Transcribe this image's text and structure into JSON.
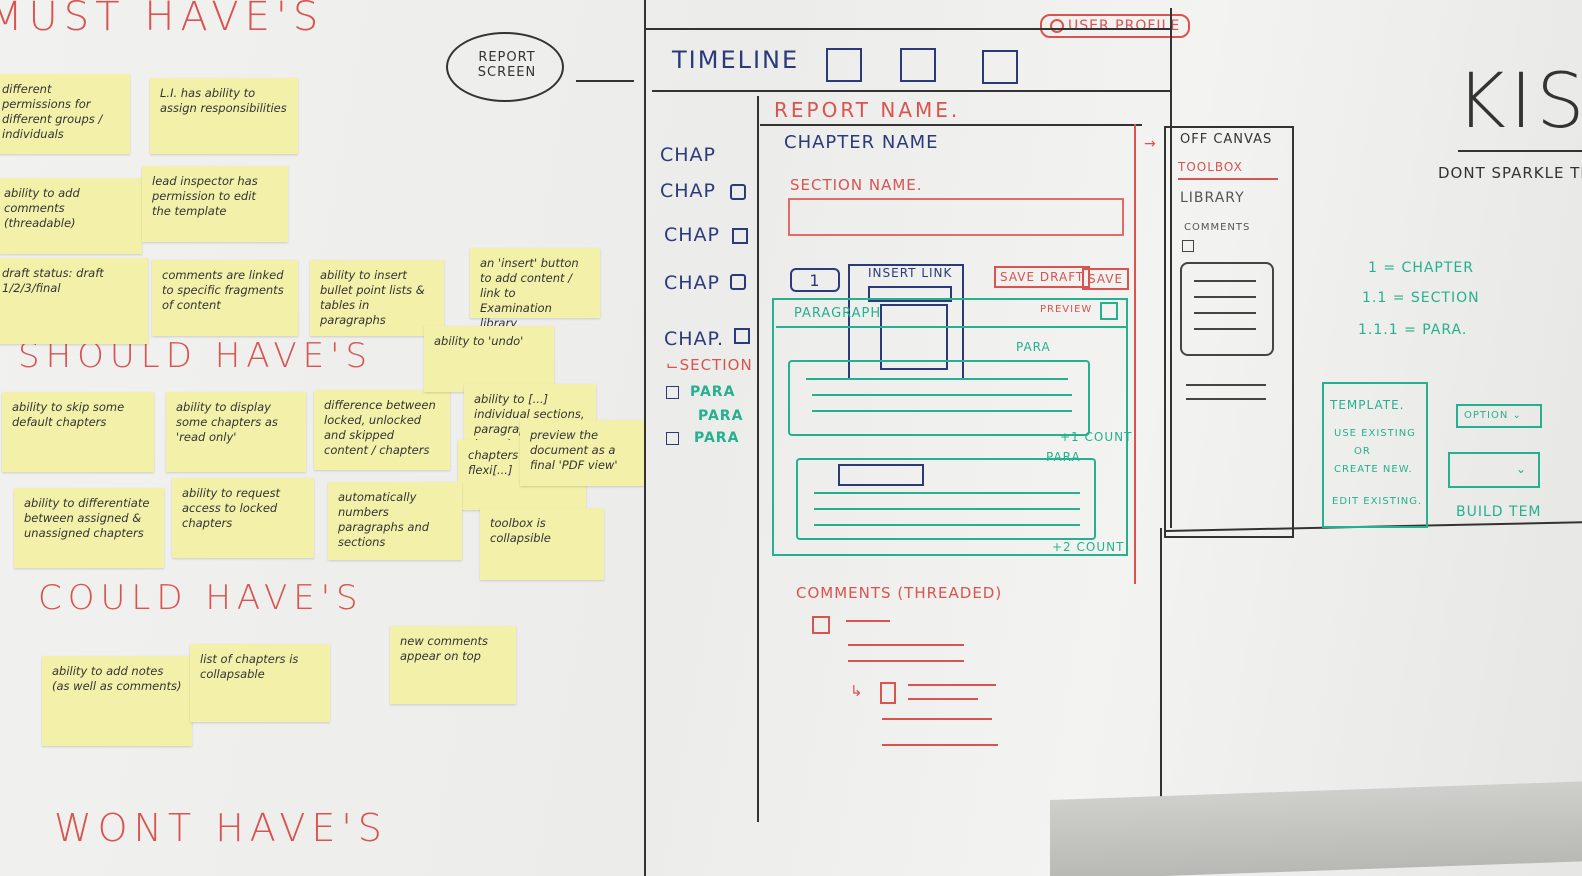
{
  "board": {
    "headings": {
      "must": "MUST HAVE'S",
      "should": "SHOULD HAVE'S",
      "could": "COULD HAVE'S",
      "wont": "WONT HAVE'S"
    },
    "report_screen_label": "REPORT SCREEN",
    "must_notes": [
      "different permissions for different groups / individuals",
      "L.I. has ability to assign responsibilities",
      "ability to add comments (threadable)",
      "lead inspector has permission to edit the template",
      "draft status: draft 1/2/3/final",
      "comments are linked to specific fragments of content",
      "ability to insert bullet point lists & tables in paragraphs",
      "an 'insert' button to add content / link to Examination library"
    ],
    "should_notes": [
      "ability to skip some default chapters",
      "ability to display some chapters as 'read only'",
      "difference between locked, unlocked and skipped content / chapters",
      "ability to 'undo'",
      "ability to [...] individual sections, paragraphs (to jump between)",
      "preview the document as a final 'PDF view'",
      "chapters is flexi[...]",
      "ability to differentiate between assigned & unassigned chapters",
      "ability to request access to locked chapters",
      "automatically numbers paragraphs and sections",
      "toolbox is collapsible"
    ],
    "could_notes": [
      "ability to add notes (as well as comments)",
      "list of chapters is collapsable",
      "new comments appear on top"
    ],
    "wireframe": {
      "user_profile": "USER PROFILE",
      "timeline": "TIMELINE",
      "report_name": "REPORT NAME.",
      "chapter_name": "CHAPTER NAME",
      "section_name": "SECTION NAME.",
      "chapters": [
        "CHAP",
        "CHAP",
        "CHAP",
        "CHAP",
        "CHAP."
      ],
      "section": "SECTION",
      "paras": [
        "PARA",
        "PARA",
        "PARA"
      ],
      "number_box": "1",
      "insert_link": "INSERT LINK",
      "save_draft": "SAVE DRAFT",
      "save": "SAVE",
      "paragraph": "PARAGRAPH",
      "preview": "PREVIEW",
      "para_label": "PARA",
      "count1": "+1 COUNT",
      "para_label2": "PARA",
      "count2": "+2 COUNT",
      "comments_threaded": "COMMENTS (THREADED)",
      "off_canvas": "OFF CANVAS",
      "toolbox": "TOOLBOX",
      "library": "LIBRARY",
      "comments": "COMMENTS"
    },
    "right": {
      "kiss": "KIS",
      "dont_sparkle": "DONT SPARKLE THE",
      "numbering": [
        "1 = CHAPTER",
        "1.1 = SECTION",
        "1.1.1 = PARA."
      ],
      "template_box": [
        "TEMPLATE.",
        "USE EXISTING",
        "OR",
        "CREATE NEW.",
        "EDIT EXISTING."
      ],
      "option_label": "OPTION",
      "build_label": "BUILD TEM"
    }
  }
}
